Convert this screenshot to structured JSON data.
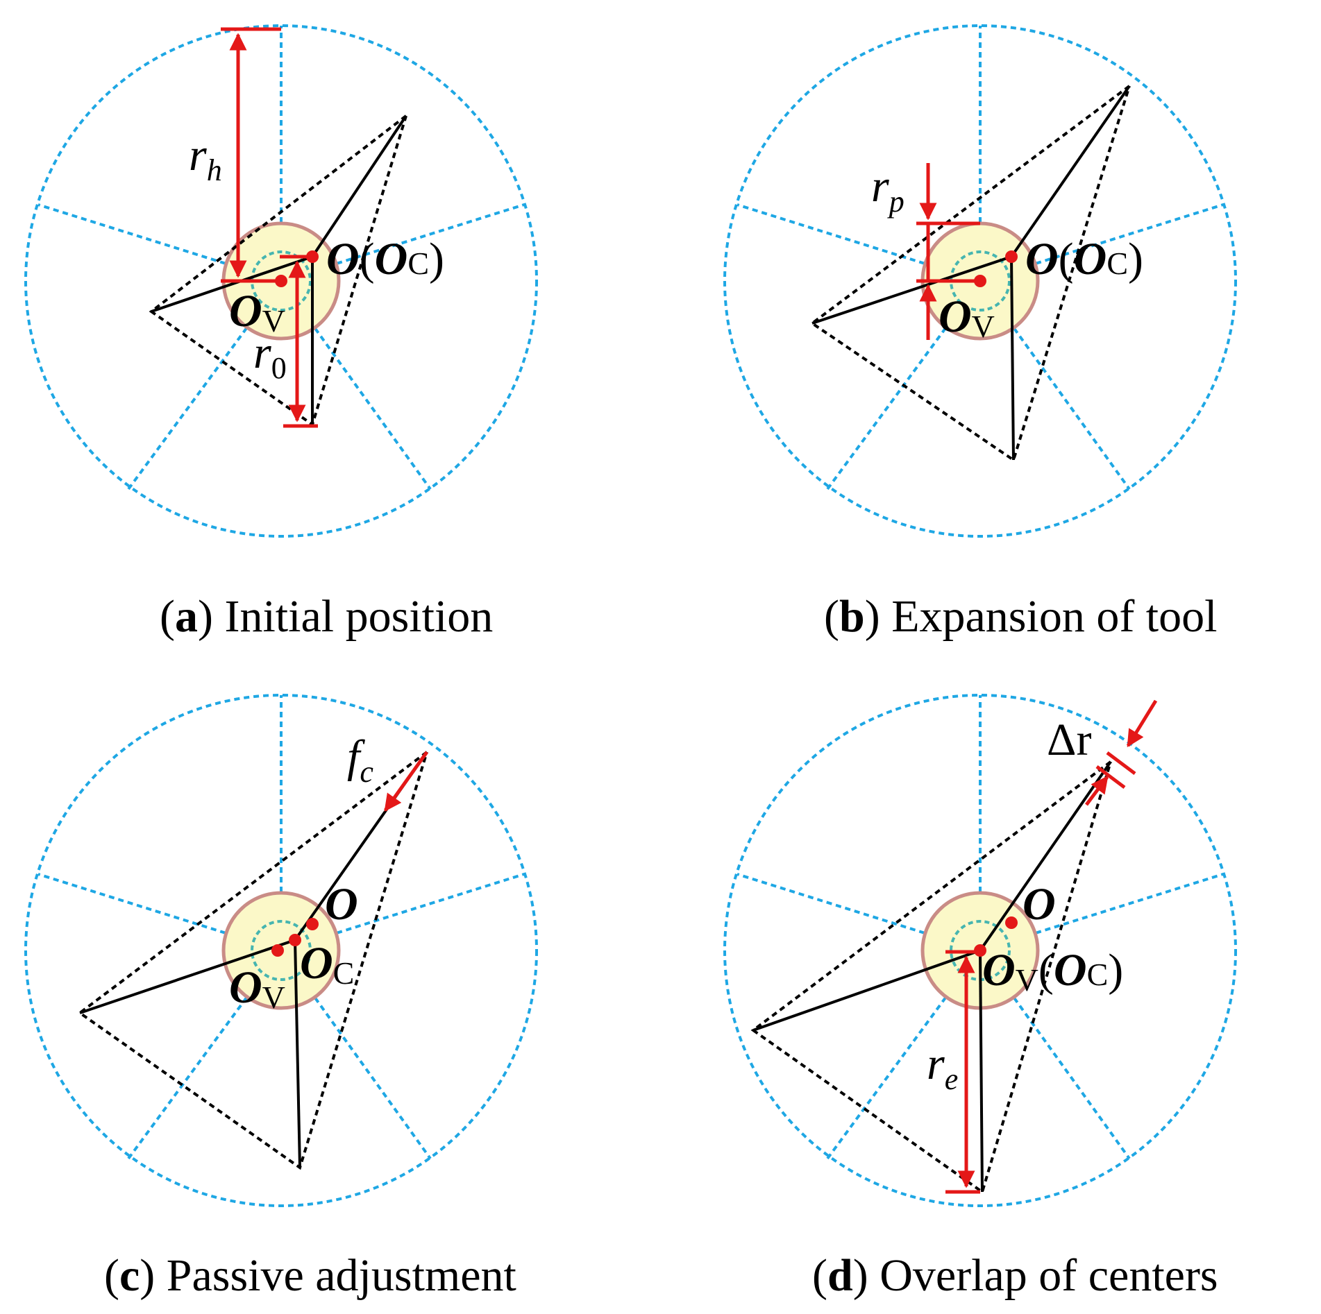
{
  "colors": {
    "grid": "#1ea7e4",
    "annot": "#e41818",
    "body": "#000000",
    "core_fill": "#fbf8c8",
    "core_ring": "#c98c86",
    "inner_ring": "#46b5b0"
  },
  "panels": [
    {
      "id": "a",
      "caption": {
        "letter": "a",
        "text": "Initial position"
      },
      "labels": {
        "o": "O",
        "paren_open": "(",
        "oc_main": "O",
        "oc_sub": "C",
        "paren_close": ")",
        "ov_main": "O",
        "ov_sub": "V",
        "rh_main": "r",
        "rh_sub": "h",
        "r0_main": "r",
        "r0_sub": "0"
      }
    },
    {
      "id": "b",
      "caption": {
        "letter": "b",
        "text": "Expansion of tool"
      },
      "labels": {
        "o": "O",
        "paren_open": "(",
        "oc_main": "O",
        "oc_sub": "C",
        "paren_close": ")",
        "ov_main": "O",
        "ov_sub": "V",
        "rp_main": "r",
        "rp_sub": "p"
      }
    },
    {
      "id": "c",
      "caption": {
        "letter": "c",
        "text": "Passive adjustment"
      },
      "labels": {
        "o": "O",
        "oc_main": "O",
        "oc_sub": "C",
        "ov_main": "O",
        "ov_sub": "V",
        "fc_main": "f",
        "fc_sub": "c"
      }
    },
    {
      "id": "d",
      "caption": {
        "letter": "d",
        "text": "Overlap of centers"
      },
      "labels": {
        "o": "O",
        "ov_main": "O",
        "ov_sub": "V",
        "paren_open": "(",
        "oc_main": "O",
        "oc_sub": "C",
        "paren_close": ")",
        "re_main": "r",
        "re_sub": "e",
        "dr": "Δr"
      }
    }
  ]
}
